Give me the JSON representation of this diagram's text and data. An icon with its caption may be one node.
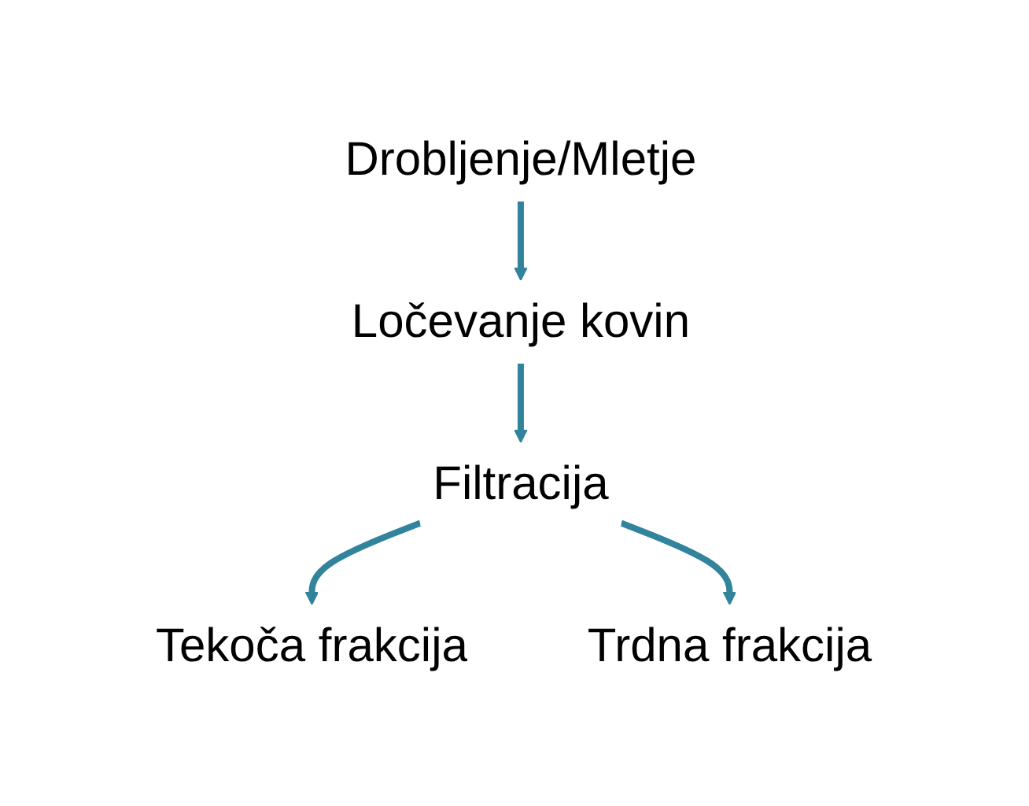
{
  "diagram": {
    "nodes": [
      {
        "text": [
          "Drobljenje/Mletje"
        ]
      },
      {
        "text": [
          "Ločevanje kovin"
        ]
      },
      {
        "text": [
          "Filtracija"
        ]
      },
      {
        "text": [
          "Tekoča frakcija"
        ]
      },
      {
        "text": [
          "Trdna frakcija"
        ]
      }
    ],
    "edges": [
      {
        "from": 0,
        "to": 1,
        "arrow": "to"
      },
      {
        "from": 1,
        "to": 2,
        "arrow": "to"
      },
      {
        "from": 2,
        "to": 3,
        "arrow": "to"
      },
      {
        "from": 2,
        "to": 4,
        "arrow": "to"
      }
    ]
  }
}
